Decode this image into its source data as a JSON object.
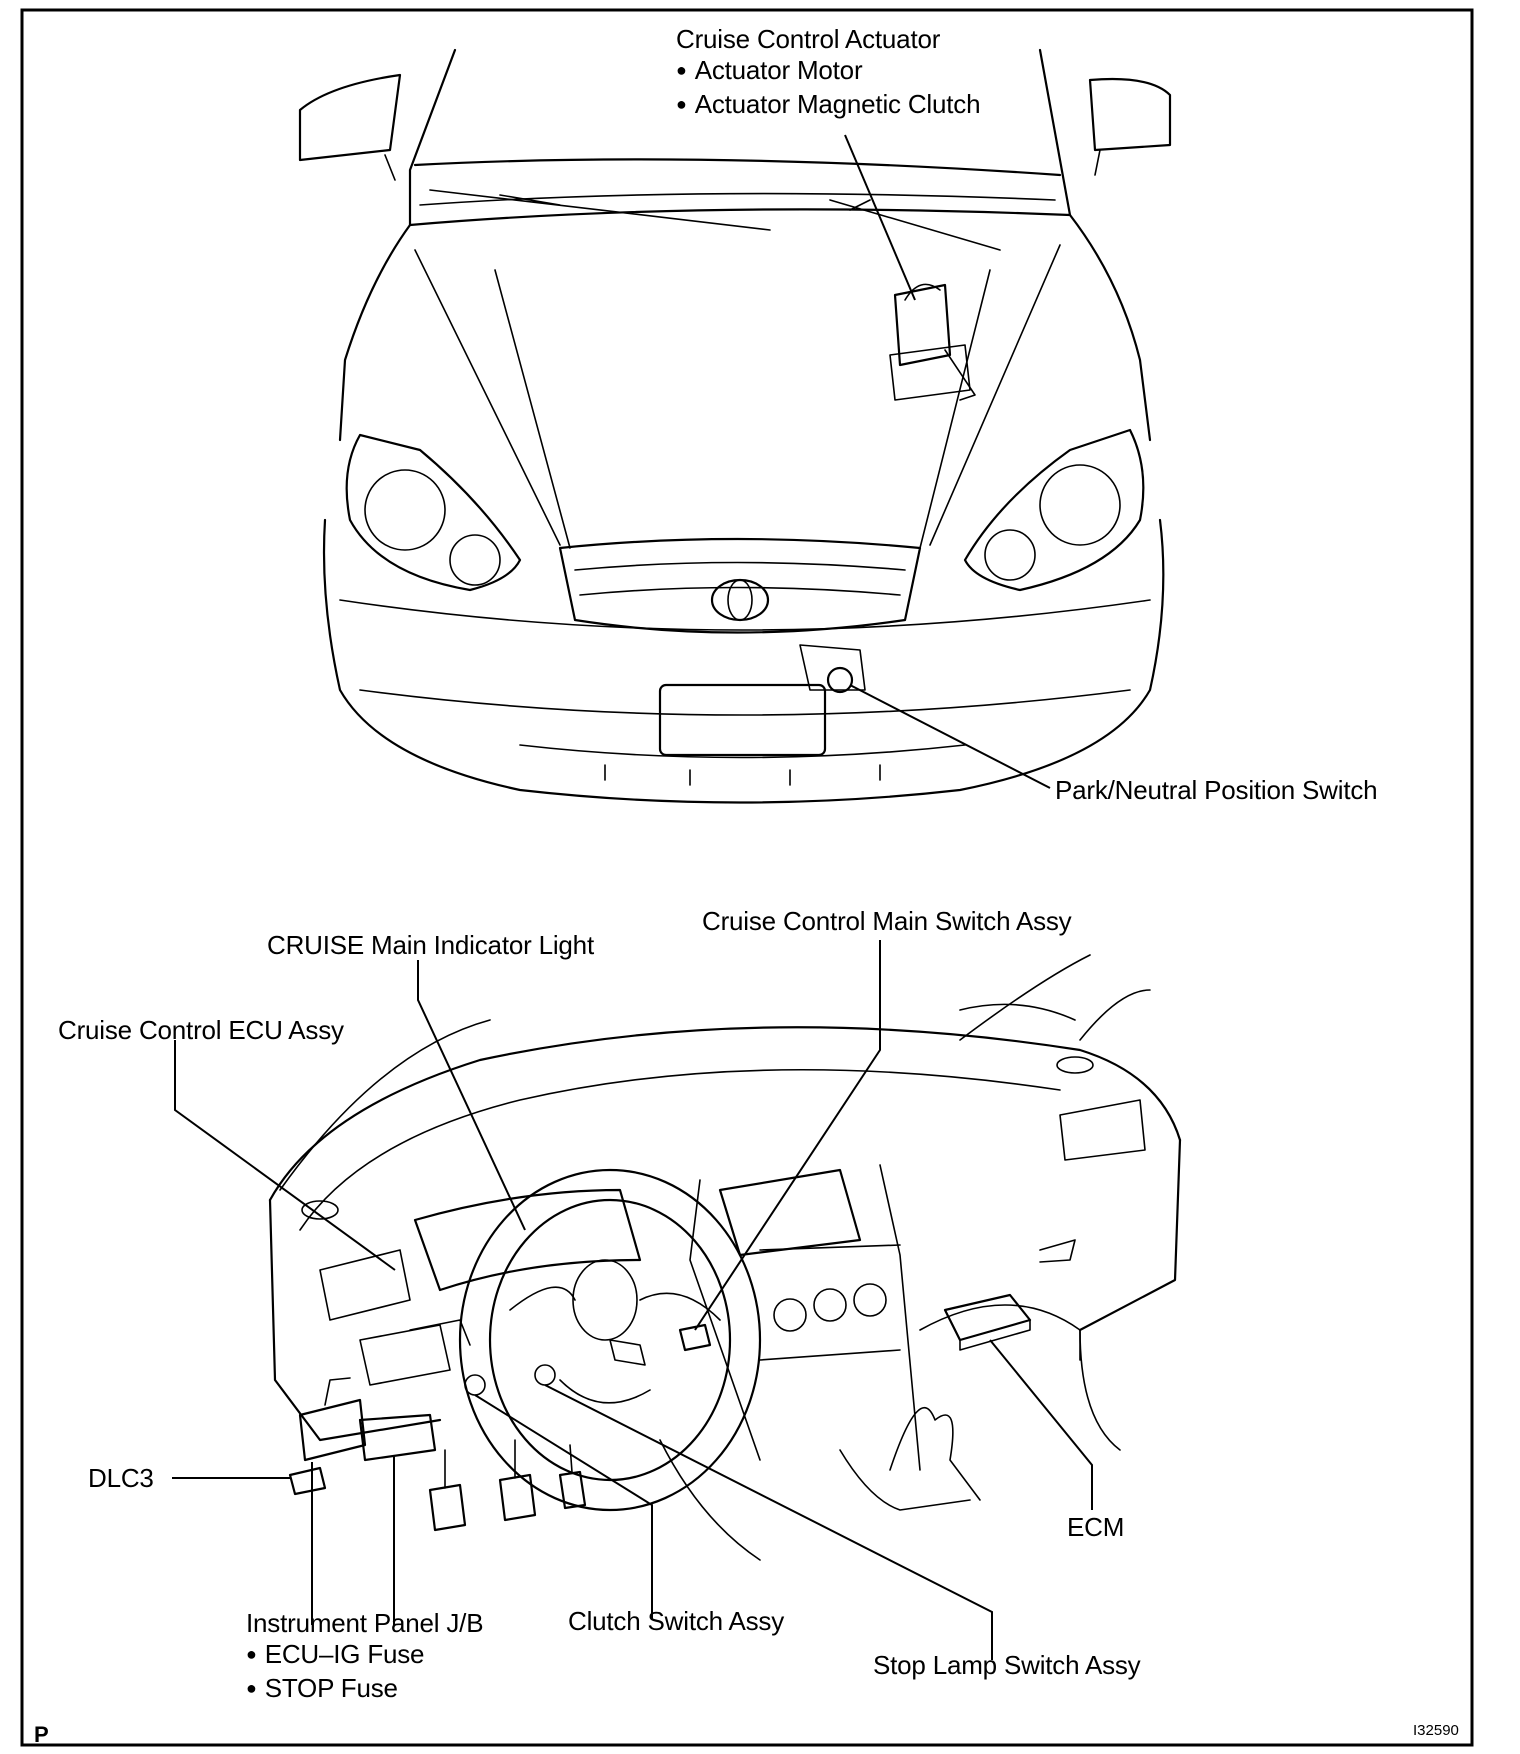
{
  "figure_code": "I32590",
  "page_letter": "P",
  "top_view": {
    "actuator": {
      "title": "Cruise Control Actuator",
      "items": [
        "Actuator Motor",
        "Actuator Magnetic Clutch"
      ]
    },
    "park_neutral": "Park/Neutral Position Switch"
  },
  "bottom_view": {
    "main_switch": "Cruise Control Main Switch Assy",
    "indicator": "CRUISE Main Indicator Light",
    "ecu": "Cruise Control ECU Assy",
    "dlc3": "DLC3",
    "ecm": "ECM",
    "junction_block": {
      "title": "Instrument Panel J/B",
      "items": [
        "ECU–IG Fuse",
        "STOP Fuse"
      ]
    },
    "clutch": "Clutch Switch Assy",
    "stop_lamp": "Stop Lamp Switch Assy"
  }
}
